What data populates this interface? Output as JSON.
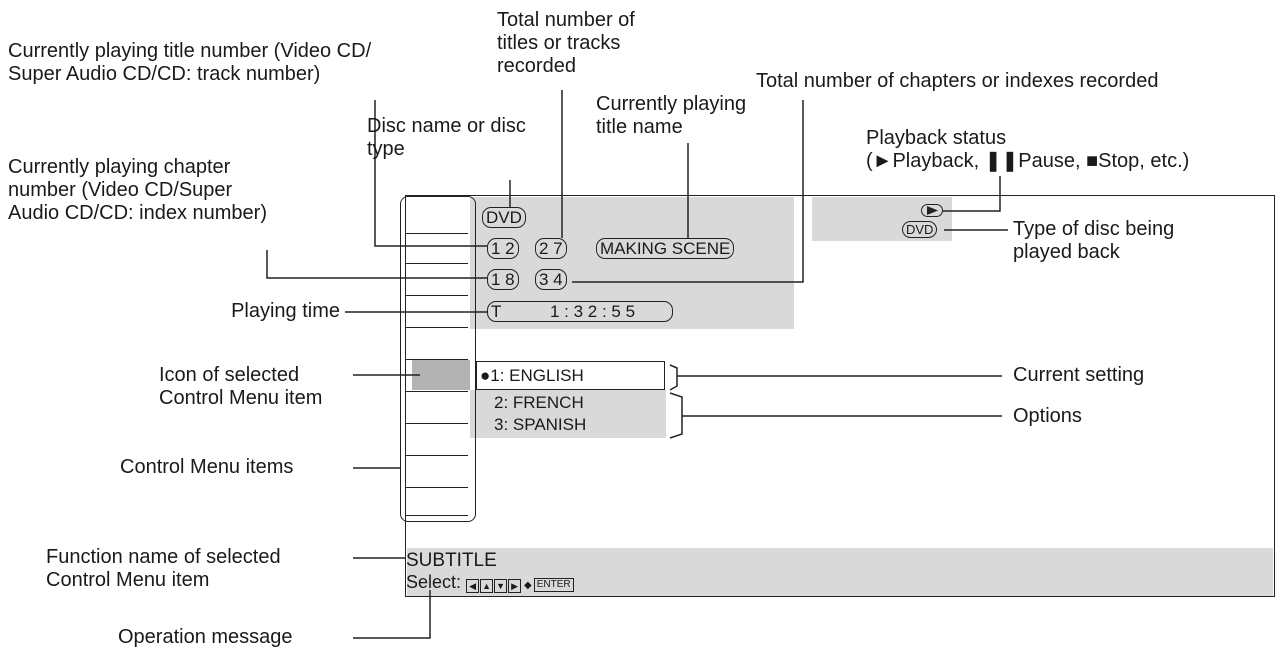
{
  "labels": {
    "total_titles": [
      "Total number of",
      "titles or tracks",
      "recorded"
    ],
    "title_number": [
      "Currently playing title number (Video CD/",
      "Super Audio CD/CD: track number)"
    ],
    "total_chapters": "Total number of chapters or indexes recorded",
    "title_name": [
      "Currently playing",
      "title name"
    ],
    "disc_name": [
      "Disc name or disc",
      "type"
    ],
    "playback_status": [
      "Playback status",
      "(►Playback, ❚❚Pause, ■Stop, etc.)"
    ],
    "chapter_number": [
      "Currently playing chapter",
      "number (Video CD/Super",
      "Audio CD/CD: index number)"
    ],
    "disc_type": [
      "Type of disc being",
      "played back"
    ],
    "playing_time": "Playing time",
    "current_setting": "Current setting",
    "icon_selected": [
      "Icon of selected",
      "Control Menu item"
    ],
    "options": "Options",
    "control_menu_items": "Control Menu items",
    "function_name": [
      "Function name of selected",
      "Control Menu item"
    ],
    "operation_message": "Operation message"
  },
  "osd": {
    "disc_label": "DVD",
    "title_no": "1 2",
    "title_total": "2 7",
    "title_name": "MAKING SCENE",
    "chapter_no": "1 8",
    "chapter_total": "3 4",
    "time_prefix": "T",
    "time": "1 : 3 2 : 5 5",
    "status_disc": "DVD",
    "options": [
      "●1: ENGLISH",
      "2: FRENCH",
      "3: SPANISH"
    ],
    "function": "SUBTITLE",
    "message": "Select:",
    "enter_key": "ENTER"
  },
  "colors": {
    "band": "#d9d9d9",
    "ink": "#1a1a1a",
    "highlight": "#b3b3b3"
  }
}
